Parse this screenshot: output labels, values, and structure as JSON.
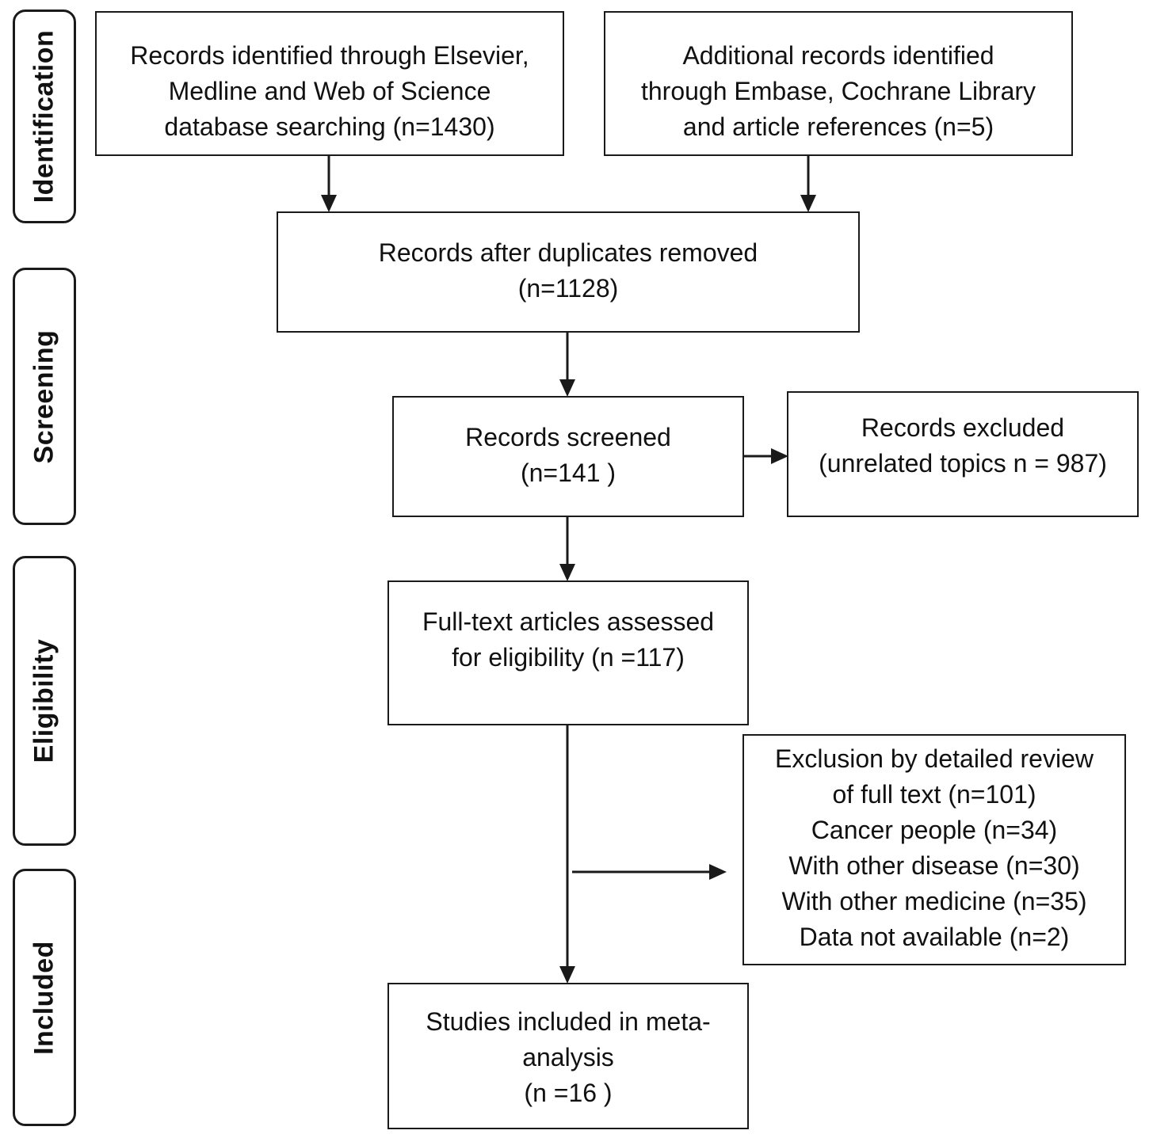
{
  "phases": {
    "identification": "Identification",
    "screening": "Screening",
    "eligibility": "Eligibility",
    "included": "Included"
  },
  "boxes": {
    "database_search": {
      "lines": [
        "Records identified through Elsevier,",
        "Medline and Web of Science",
        "database searching (n=1430)"
      ]
    },
    "additional_records": {
      "lines": [
        "Additional records identified",
        "through Embase, Cochrane Library",
        "and article references (n=5)"
      ]
    },
    "after_duplicates": {
      "lines": [
        "Records after duplicates removed",
        "(n=1128)"
      ]
    },
    "screened": {
      "lines": [
        "Records screened",
        "(n=141 )"
      ]
    },
    "excluded": {
      "lines": [
        "Records excluded",
        "(unrelated topics n = 987)"
      ]
    },
    "full_text": {
      "lines": [
        "Full-text articles assessed",
        "for eligibility (n =117)"
      ]
    },
    "exclusion_detail": {
      "lines": [
        "Exclusion by detailed review",
        "of  full text (n=101)",
        "Cancer people (n=34)",
        "With other disease (n=30)",
        "With other medicine (n=35)",
        "Data not available (n=2)"
      ]
    },
    "included_studies": {
      "lines": [
        "Studies included in meta-",
        "analysis",
        "(n =16 )"
      ]
    }
  }
}
